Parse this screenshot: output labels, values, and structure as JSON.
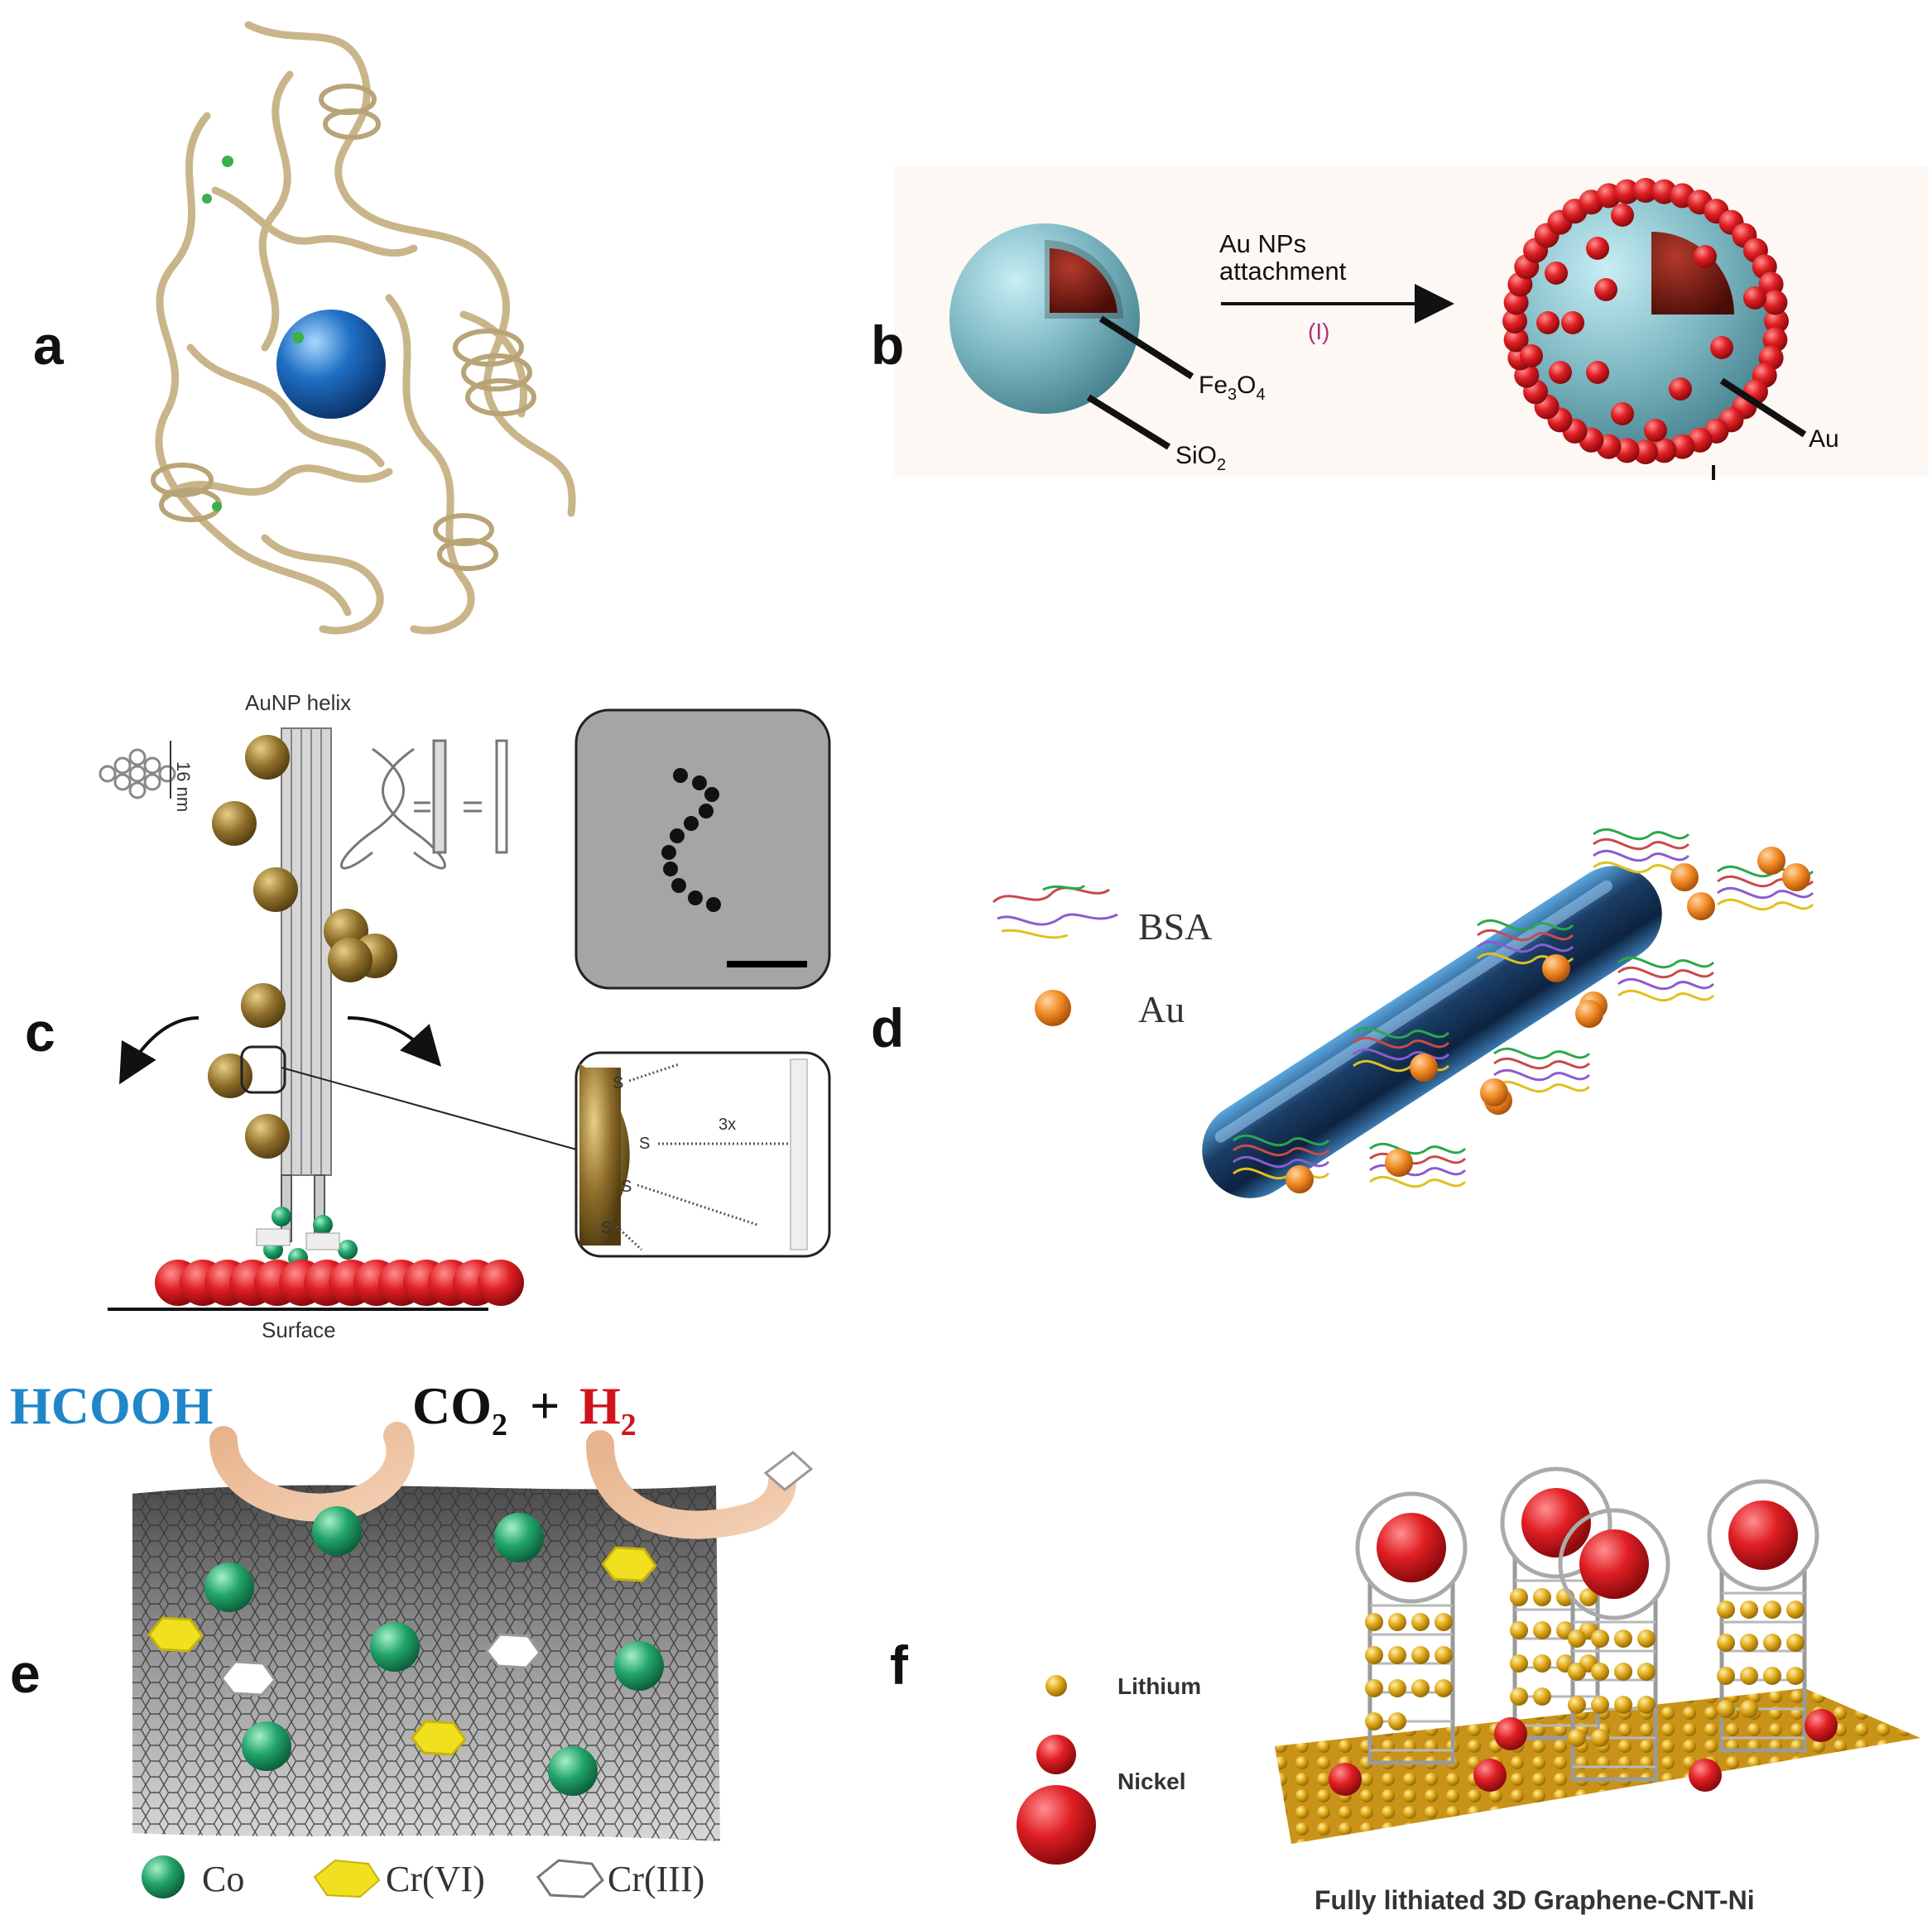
{
  "panels": {
    "a": {
      "letter": "a"
    },
    "b": {
      "letter": "b",
      "arrow_label_line1": "Au NPs",
      "arrow_label_line2": "attachment",
      "step": "(I)",
      "core_label": "Fe3O4",
      "shell_label": "SiO2",
      "np_label": "Au"
    },
    "c": {
      "letter": "c",
      "title": "AuNP helix",
      "scale": "16 nm",
      "surface": "Surface",
      "linker": "S",
      "multiplier": "3x"
    },
    "d": {
      "letter": "d",
      "legend": [
        {
          "label": "BSA",
          "icon": "protein-icon"
        },
        {
          "label": "Au",
          "icon": "orange-sphere-icon"
        }
      ]
    },
    "e": {
      "letter": "e",
      "reactant": "HCOOH",
      "product1": "CO",
      "plus": "+",
      "product2": "H",
      "subscript": "2",
      "legend": [
        {
          "label": "Co",
          "icon": "green-sphere-icon"
        },
        {
          "label": "Cr(VI)",
          "icon": "yellow-hexagon-icon"
        },
        {
          "label": "Cr(III)",
          "icon": "white-hexagon-icon"
        }
      ]
    },
    "f": {
      "letter": "f",
      "legend": [
        {
          "label": "Lithium",
          "icon": "small-yellow-sphere-icon"
        },
        {
          "label": "Nickel",
          "icon": "red-sphere-icon"
        }
      ],
      "caption": "Fully lithiated 3D Graphene-CNT-Ni"
    }
  },
  "colors": {
    "protein": "#c9b58a",
    "blue_np": "#1f6fc4",
    "silica": "#7fb9c4",
    "magnetite": "#7a1a12",
    "gold_np": "#e01f24",
    "aunp_bronze": "#8f6e2a",
    "co": "#21a36a",
    "cr6": "#f0e020",
    "lithium": "#e0a817",
    "nickel": "#d0141b",
    "carbon_blue": "#1b3e66"
  }
}
